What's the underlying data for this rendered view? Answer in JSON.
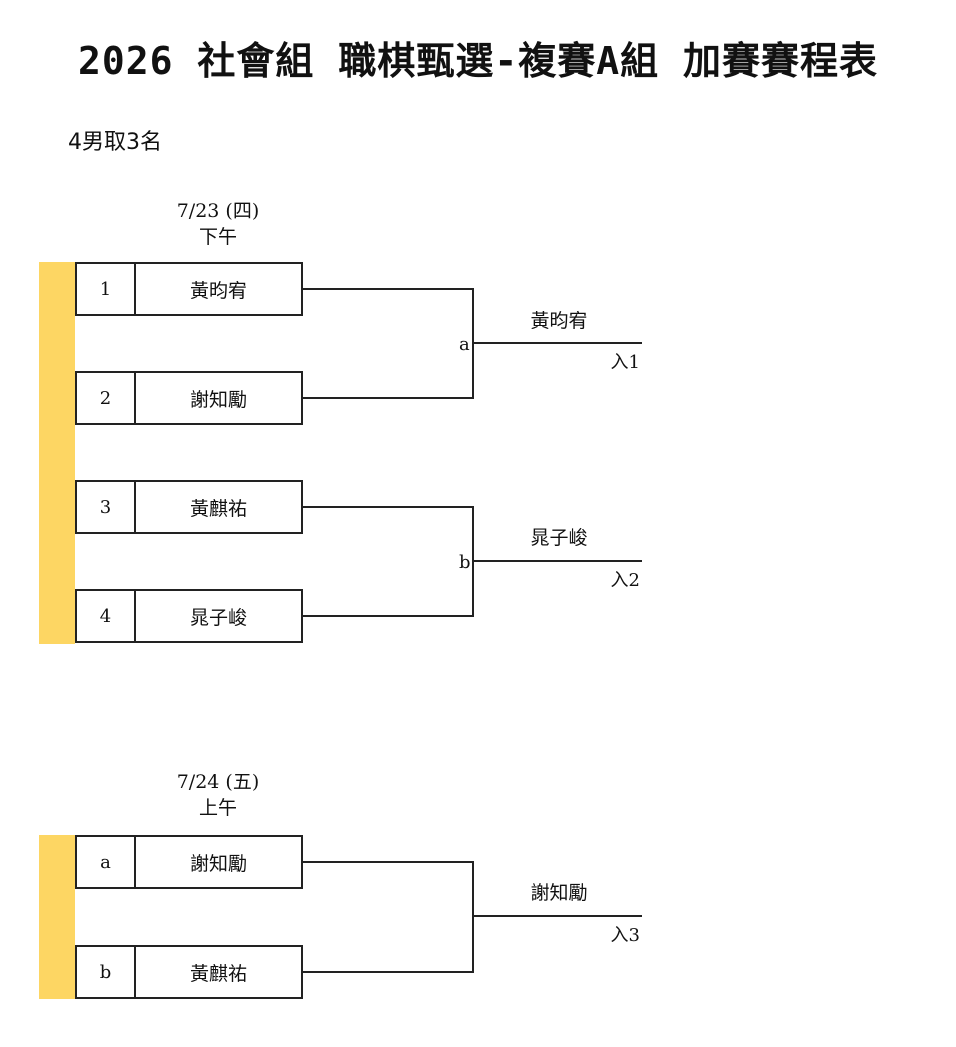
{
  "title": "2026 社會組 職棋甄選-複賽A組 加賽賽程表",
  "subtitle": "4男取3名",
  "colors": {
    "accent_bar": "#fdd663",
    "line": "#222222"
  },
  "rounds": [
    {
      "date": "7/23 (四)",
      "period": "下午",
      "entries": [
        {
          "seed": "1",
          "name": "黃昀宥"
        },
        {
          "seed": "2",
          "name": "謝知勵"
        },
        {
          "seed": "3",
          "name": "黃麒祐"
        },
        {
          "seed": "4",
          "name": "晁子峻"
        }
      ],
      "matches": [
        {
          "label": "a",
          "winner": "黃昀宥",
          "result": "入1"
        },
        {
          "label": "b",
          "winner": "晁子峻",
          "result": "入2"
        }
      ]
    },
    {
      "date": "7/24 (五)",
      "period": "上午",
      "entries": [
        {
          "seed": "a",
          "name": "謝知勵"
        },
        {
          "seed": "b",
          "name": "黃麒祐"
        }
      ],
      "matches": [
        {
          "label": "",
          "winner": "謝知勵",
          "result": "入3"
        }
      ]
    }
  ]
}
